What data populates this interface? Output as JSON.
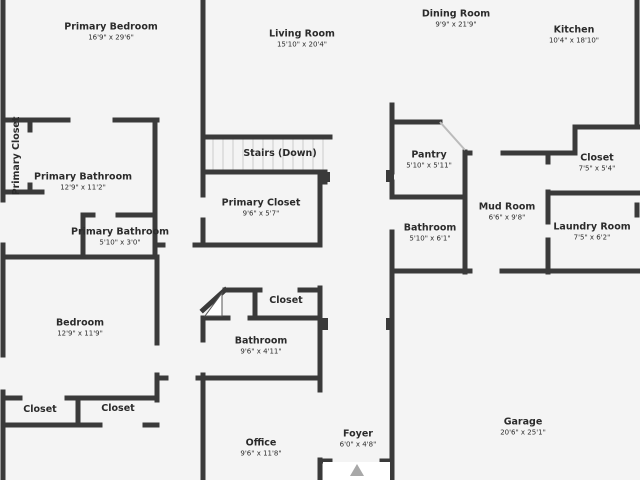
{
  "floor_plan": {
    "rooms": [
      {
        "id": "primary-bedroom",
        "name": "Primary Bedroom",
        "dims": "16'9\" x 29'6\""
      },
      {
        "id": "living-room",
        "name": "Living Room",
        "dims": "15'10\" x 20'4\""
      },
      {
        "id": "dining-room",
        "name": "Dining Room",
        "dims": "9'9\" x 21'9\""
      },
      {
        "id": "kitchen",
        "name": "Kitchen",
        "dims": "10'4\" x 18'10\""
      },
      {
        "id": "primary-closet-left",
        "name": "Primary Closet",
        "dims": ""
      },
      {
        "id": "primary-bathroom",
        "name": "Primary Bathroom",
        "dims": "12'9\" x 11'2\""
      },
      {
        "id": "primary-bathroom-small",
        "name": "Primary Bathroom",
        "dims": "5'10\" x 3'0\""
      },
      {
        "id": "stairs",
        "name": "Stairs (Down)",
        "dims": ""
      },
      {
        "id": "primary-closet",
        "name": "Primary Closet",
        "dims": "9'6\" x 5'7\""
      },
      {
        "id": "pantry",
        "name": "Pantry",
        "dims": "5'10\" x 5'11\""
      },
      {
        "id": "closet-kitchen",
        "name": "Closet",
        "dims": "7'5\" x 5'4\""
      },
      {
        "id": "mud-room",
        "name": "Mud Room",
        "dims": "6'6\" x 9'8\""
      },
      {
        "id": "bathroom-mud",
        "name": "Bathroom",
        "dims": "5'10\" x 6'1\""
      },
      {
        "id": "laundry-room",
        "name": "Laundry Room",
        "dims": "7'5\" x 6'2\""
      },
      {
        "id": "bedroom",
        "name": "Bedroom",
        "dims": "12'9\" x 11'9\""
      },
      {
        "id": "closet-hall",
        "name": "Closet",
        "dims": ""
      },
      {
        "id": "bathroom-hall",
        "name": "Bathroom",
        "dims": "9'6\" x 4'11\""
      },
      {
        "id": "closet-bed-1",
        "name": "Closet",
        "dims": ""
      },
      {
        "id": "closet-bed-2",
        "name": "Closet",
        "dims": ""
      },
      {
        "id": "office",
        "name": "Office",
        "dims": "9'6\" x 11'8\""
      },
      {
        "id": "foyer",
        "name": "Foyer",
        "dims": "6'0\" x 4'8\""
      },
      {
        "id": "garage",
        "name": "Garage",
        "dims": "20'6\" x 25'1\""
      }
    ],
    "colors": {
      "wall": "#3a3a3a",
      "floor": "#f4f4f4",
      "window": "#ffffff",
      "entry_arrow": "#a8a8a8"
    }
  }
}
